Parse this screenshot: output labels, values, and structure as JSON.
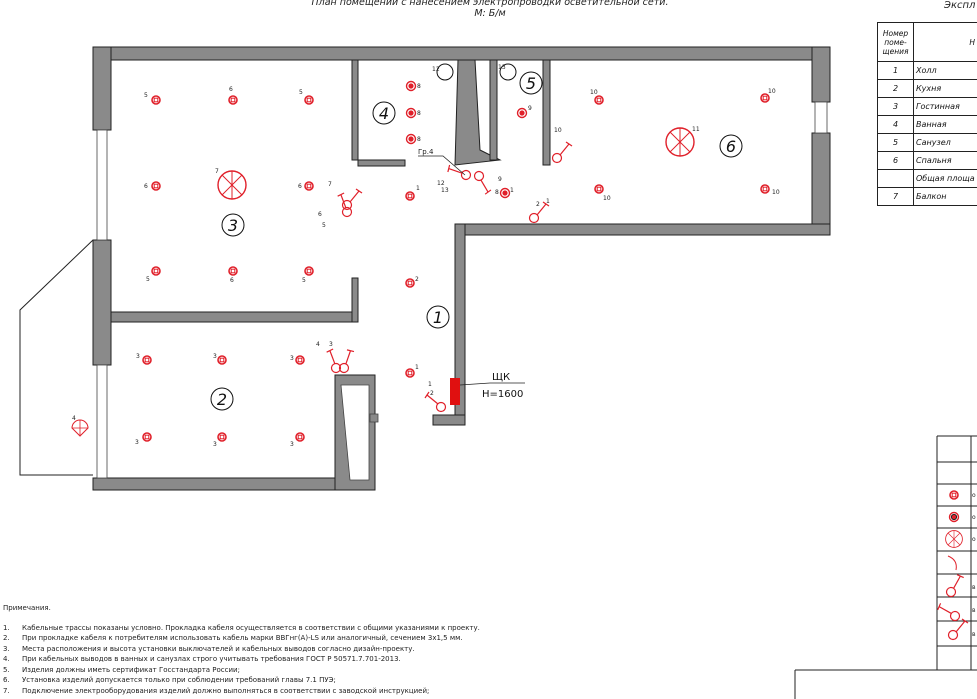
{
  "title": {
    "line1": "План помещений с нанесением электропроводки осветительной сети.",
    "scale": "М: Б/м"
  },
  "explication": {
    "title": "Экспл",
    "header": {
      "number": "Номер поме-щения",
      "name": "Н"
    },
    "rows": [
      {
        "num": "1",
        "name": "Холл"
      },
      {
        "num": "2",
        "name": "Кухня"
      },
      {
        "num": "3",
        "name": "Гостинная"
      },
      {
        "num": "4",
        "name": "Ванная"
      },
      {
        "num": "5",
        "name": "Санузел"
      },
      {
        "num": "6",
        "name": "Спальня"
      },
      {
        "num": "",
        "name": "Общая площа"
      },
      {
        "num": "7",
        "name": "Балкон"
      }
    ]
  },
  "rooms": [
    "1",
    "2",
    "3",
    "4",
    "5",
    "6"
  ],
  "panel": {
    "label": "ЩК",
    "height": "Н=1600"
  },
  "group_label": "Гр.4",
  "fixture_labels": {
    "r3": [
      "5",
      "6",
      "5",
      "6",
      "6",
      "5",
      "6",
      "5",
      "7"
    ],
    "r2": [
      "3",
      "3",
      "3",
      "3",
      "3",
      "3"
    ],
    "r4": [
      "8",
      "8",
      "8",
      "12"
    ],
    "r5": [
      "9",
      "13"
    ],
    "r6": [
      "10",
      "10",
      "10",
      "10",
      "11"
    ],
    "r1": [
      "1",
      "2",
      "1",
      "1"
    ],
    "switches": [
      "7",
      "6",
      "5",
      "4",
      "3",
      "12",
      "13",
      "9",
      "8",
      "2",
      "1",
      "10",
      "1",
      "2",
      "1",
      "4"
    ]
  },
  "legend_rows": [
    "о",
    "о",
    "о",
    "",
    "в",
    "в",
    "в"
  ],
  "notes": {
    "heading": "Примечания.",
    "items": [
      {
        "n": "1.",
        "text": "Кабельные трассы показаны условно. Прокладка кабеля осуществляется в соответствии с общими указаниями к проекту."
      },
      {
        "n": "2.",
        "text": "При прокладке кабеля к потребителям использовать кабель марки ВВГнг(А)-LS или аналогичный, сечением 3х1,5 мм."
      },
      {
        "n": "3.",
        "text": "Места расположения и высота установки выключателей и кабельных выводов согласно дизайн-проекту."
      },
      {
        "n": "4.",
        "text": "При  кабельных выводов в ванных и санузлах строго учитывать требования ГОСТ Р  50571.7.701-2013."
      },
      {
        "n": "5.",
        "text": "Изделия должны иметь сертификат Госстандарта России;"
      },
      {
        "n": "6.",
        "text": "Установка изделий допускается только при соблюдении требований главы  7.1 ПУЭ;"
      },
      {
        "n": "7.",
        "text": "Подключение электрооборудования изделий должно выполняться в соответствии с заводской инструкцией;"
      }
    ]
  },
  "colors": {
    "wall": "#8a8a8a",
    "fixture": "#e0202a",
    "panel": "#e01010",
    "ink": "#111111"
  }
}
